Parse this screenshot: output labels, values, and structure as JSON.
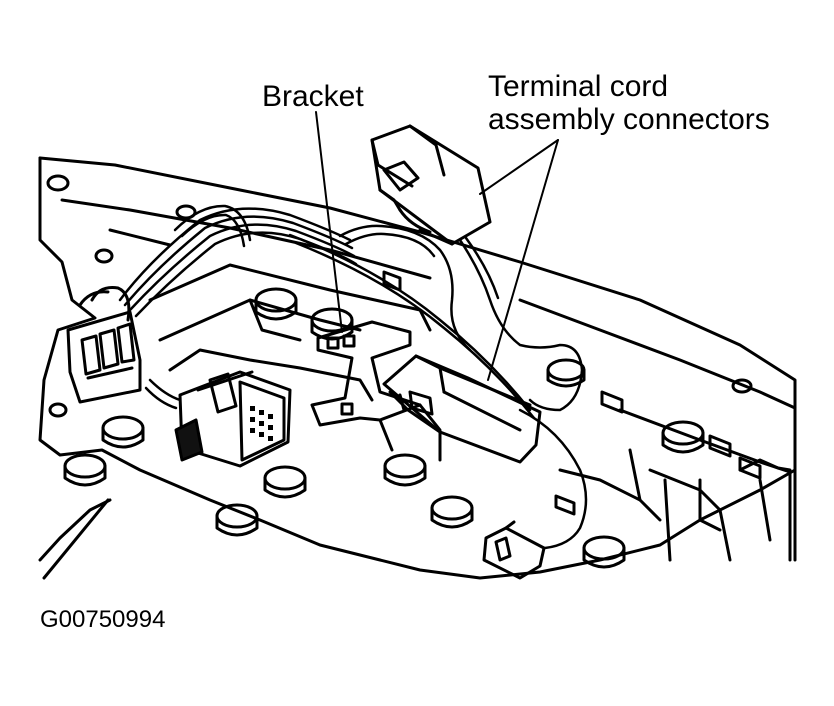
{
  "labels": {
    "bracket": "Bracket",
    "terminal_line1": "Terminal cord",
    "terminal_line2": "assembly connectors"
  },
  "figure_code": "G00750994",
  "colors": {
    "line": "#000000",
    "background": "#ffffff",
    "shade": "#111111"
  }
}
